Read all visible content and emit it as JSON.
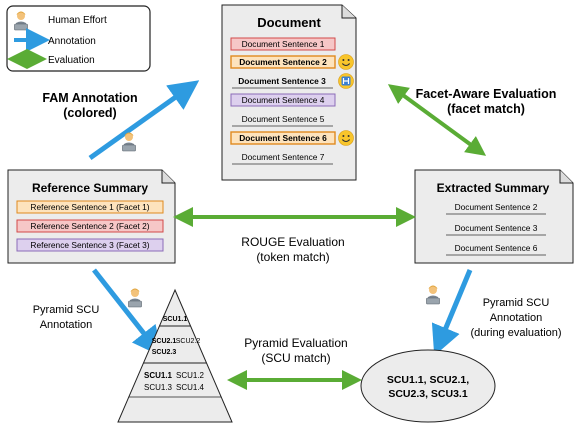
{
  "legend": {
    "human_effort": "Human Effort",
    "annotation": "Annotation",
    "evaluation": "Evaluation"
  },
  "document": {
    "title": "Document",
    "sentences": [
      "Document Sentence 1",
      "Document Sentence 2",
      "Document Sentence 3",
      "Document Sentence 4",
      "Document Sentence 5",
      "Document Sentence 6",
      "Document Sentence 7"
    ]
  },
  "reference_summary": {
    "title": "Reference Summary",
    "sentences": [
      "Reference Sentence 1 (Facet 1)",
      "Reference Sentence 2 (Facet 2)",
      "Reference Sentence 3 (Facet 3)"
    ]
  },
  "extracted_summary": {
    "title": "Extracted Summary",
    "sentences": [
      "Document Sentence 2",
      "Document Sentence 3",
      "Document Sentence 6"
    ]
  },
  "labels": {
    "fam_annotation_1": "FAM Annotation",
    "fam_annotation_2": "(colored)",
    "facet_eval_1": "Facet-Aware Evaluation",
    "facet_eval_2": "(facet match)",
    "rouge_1": "ROUGE Evaluation",
    "rouge_2": "(token match)",
    "pyr_scu_left_1": "Pyramid SCU",
    "pyr_scu_left_2": "Annotation",
    "pyr_scu_right_1": "Pyramid SCU",
    "pyr_scu_right_2": "Annotation",
    "pyr_scu_right_3": "(during evaluation)",
    "pyr_eval_1": "Pyramid Evaluation",
    "pyr_eval_2": "(SCU match)"
  },
  "pyramid": {
    "tier1": "SCU1.1",
    "tier2a": "SCU2.1",
    "tier2b": "SCU2.2",
    "tier2c": "SCU2.3",
    "tier3a": "SCU1.1",
    "tier3b": "SCU1.2",
    "tier3c": "SCU1.3",
    "tier3d": "SCU1.4"
  },
  "scu_ellipse": {
    "line1": "SCU1.1, SCU2.1,",
    "line2": "SCU2.3, SCU3.1"
  },
  "colors": {
    "annotation_arrow": "#2e9be0",
    "evaluation_arrow": "#5aac35",
    "red_fill": "#f6c7c7",
    "red_border": "#d24a4a",
    "orange_fill": "#fde3bd",
    "orange_border": "#e08a1e",
    "purple_fill": "#ddd0ee",
    "purple_border": "#8c6bb8",
    "gray_fill": "#ececec"
  },
  "icons": {
    "person": "person-at-laptop-icon",
    "smile": "smiley-face-icon",
    "target": "target-face-icon"
  }
}
